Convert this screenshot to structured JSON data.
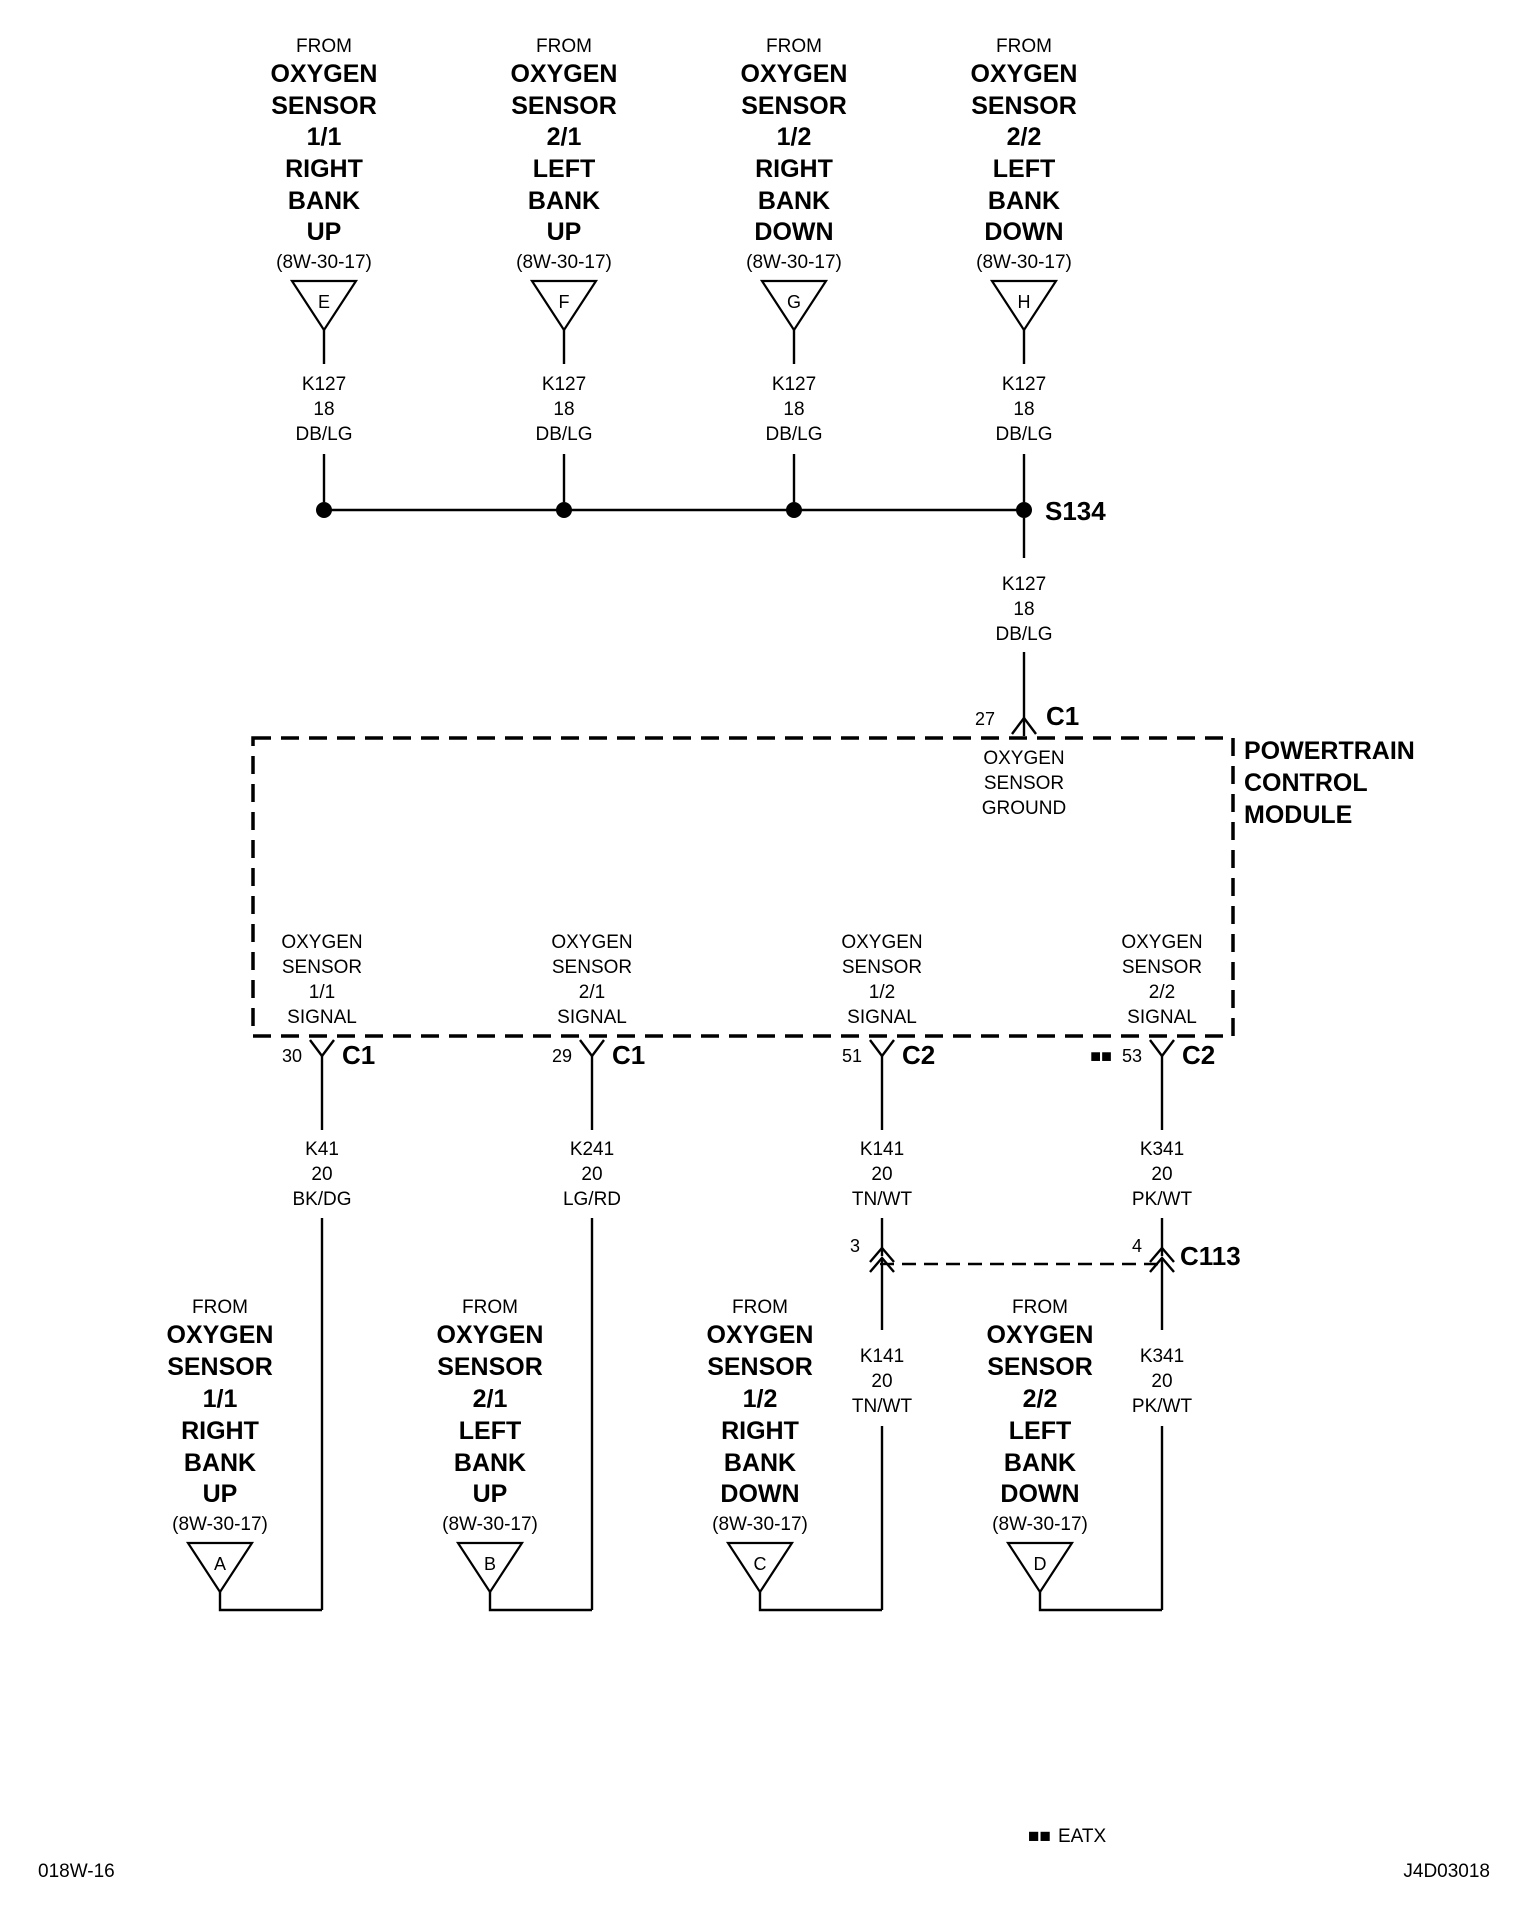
{
  "top_sources": [
    {
      "lines": [
        "FROM",
        "OXYGEN",
        "SENSOR",
        "1/1",
        "RIGHT",
        "BANK",
        "UP"
      ],
      "ref": "(8W-30-17)",
      "letter": "E",
      "wire": {
        "circuit": "K127",
        "gauge": "18",
        "color": "DB/LG"
      }
    },
    {
      "lines": [
        "FROM",
        "OXYGEN",
        "SENSOR",
        "2/1",
        "LEFT",
        "BANK",
        "UP"
      ],
      "ref": "(8W-30-17)",
      "letter": "F",
      "wire": {
        "circuit": "K127",
        "gauge": "18",
        "color": "DB/LG"
      }
    },
    {
      "lines": [
        "FROM",
        "OXYGEN",
        "SENSOR",
        "1/2",
        "RIGHT",
        "BANK",
        "DOWN"
      ],
      "ref": "(8W-30-17)",
      "letter": "G",
      "wire": {
        "circuit": "K127",
        "gauge": "18",
        "color": "DB/LG"
      }
    },
    {
      "lines": [
        "FROM",
        "OXYGEN",
        "SENSOR",
        "2/2",
        "LEFT",
        "BANK",
        "DOWN"
      ],
      "ref": "(8W-30-17)",
      "letter": "H",
      "wire": {
        "circuit": "K127",
        "gauge": "18",
        "color": "DB/LG"
      }
    }
  ],
  "splice": {
    "label": "S134"
  },
  "ground_wire": {
    "circuit": "K127",
    "gauge": "18",
    "color": "DB/LG"
  },
  "ground_pin": {
    "pin": "27",
    "connector": "C1"
  },
  "pcm": {
    "name_lines": [
      "POWERTRAIN",
      "CONTROL",
      "MODULE"
    ],
    "ground_label": [
      "OXYGEN",
      "SENSOR",
      "GROUND"
    ],
    "signals": [
      {
        "label": [
          "OXYGEN",
          "SENSOR",
          "1/1",
          "SIGNAL"
        ],
        "pin": "30",
        "connector": "C1",
        "option": ""
      },
      {
        "label": [
          "OXYGEN",
          "SENSOR",
          "2/1",
          "SIGNAL"
        ],
        "pin": "29",
        "connector": "C1",
        "option": ""
      },
      {
        "label": [
          "OXYGEN",
          "SENSOR",
          "1/2",
          "SIGNAL"
        ],
        "pin": "51",
        "connector": "C2",
        "option": ""
      },
      {
        "label": [
          "OXYGEN",
          "SENSOR",
          "2/2",
          "SIGNAL"
        ],
        "pin": "53",
        "connector": "C2",
        "option": "■■"
      }
    ]
  },
  "signal_wires_upper": [
    {
      "circuit": "K41",
      "gauge": "20",
      "color": "BK/DG"
    },
    {
      "circuit": "K241",
      "gauge": "20",
      "color": "LG/RD"
    },
    {
      "circuit": "K141",
      "gauge": "20",
      "color": "TN/WT"
    },
    {
      "circuit": "K341",
      "gauge": "20",
      "color": "PK/WT"
    }
  ],
  "c113": {
    "label": "C113",
    "pin_left": "3",
    "pin_right": "4"
  },
  "signal_wires_lower": [
    {
      "circuit": "K141",
      "gauge": "20",
      "color": "TN/WT"
    },
    {
      "circuit": "K341",
      "gauge": "20",
      "color": "PK/WT"
    }
  ],
  "bottom_sources": [
    {
      "lines": [
        "FROM",
        "OXYGEN",
        "SENSOR",
        "1/1",
        "RIGHT",
        "BANK",
        "UP"
      ],
      "ref": "(8W-30-17)",
      "letter": "A"
    },
    {
      "lines": [
        "FROM",
        "OXYGEN",
        "SENSOR",
        "2/1",
        "LEFT",
        "BANK",
        "UP"
      ],
      "ref": "(8W-30-17)",
      "letter": "B"
    },
    {
      "lines": [
        "FROM",
        "OXYGEN",
        "SENSOR",
        "1/2",
        "RIGHT",
        "BANK",
        "DOWN"
      ],
      "ref": "(8W-30-17)",
      "letter": "C"
    },
    {
      "lines": [
        "FROM",
        "OXYGEN",
        "SENSOR",
        "2/2",
        "LEFT",
        "BANK",
        "DOWN"
      ],
      "ref": "(8W-30-17)",
      "letter": "D"
    }
  ],
  "legend": {
    "symbol": "■■",
    "text": "EATX"
  },
  "footer": {
    "left": "018W-16",
    "right": "J4D03018"
  }
}
